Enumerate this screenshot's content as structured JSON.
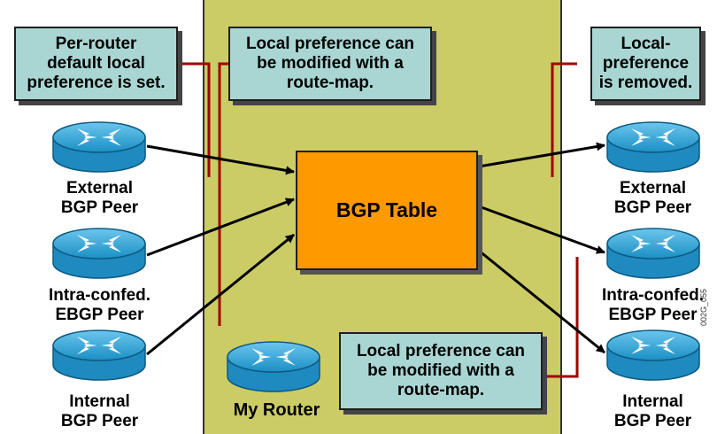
{
  "notes": {
    "per_router": "Per-router\ndefault local\npreference is set.",
    "modified_top": "Local preference can\nbe modified with a\nroute-map.",
    "removed": "Local-\npreference\nis removed.",
    "modified_bottom": "Local preference can\nbe modified with a\nroute-map."
  },
  "center": {
    "bgp_table": "BGP Table",
    "my_router": "My Router"
  },
  "left_peers": [
    "External\nBGP Peer",
    "Intra-confed.\nEBGP Peer",
    "Internal\nBGP Peer"
  ],
  "right_peers": [
    "External\nBGP Peer",
    "Intra-confed.\nEBGP Peer",
    "Internal\nBGP Peer"
  ],
  "figure_code": "002G_055",
  "colors": {
    "panel": "#cccc66",
    "note": "#a9d6d3",
    "table": "#ff9900",
    "router": "#29a3d6",
    "boundary": "#a00000"
  },
  "icons": {
    "router": "router-icon"
  }
}
